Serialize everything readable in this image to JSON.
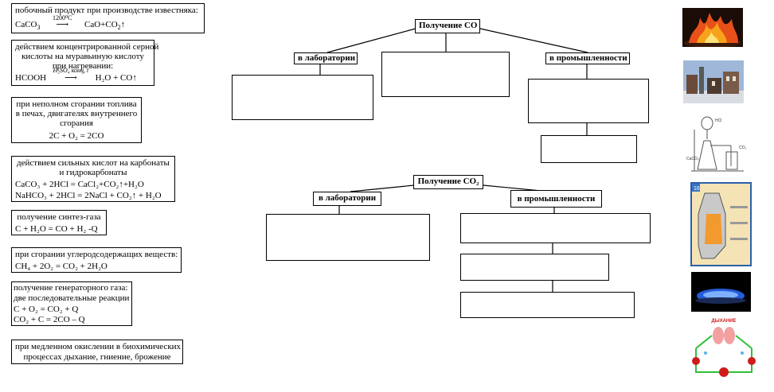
{
  "cards": [
    {
      "id": "c1",
      "title": "побочный продукт при производстве известняка:",
      "eq_left": "CaCO",
      "eq_sub": "3",
      "arrow_label": "1200⁰C",
      "eq_right": "CaO+CO",
      "eq_right_sub": "2",
      "eq_tail": "↑"
    },
    {
      "id": "c2",
      "title_lines": [
        "действием концентрированной серной",
        "кислоты на муравьиную кислоту",
        "при нагревании:"
      ],
      "eq_left": "HCOOH",
      "arrow_label": "H₂SO₄ конц, t",
      "eq_right": "H₂O + CO↑"
    },
    {
      "id": "c3",
      "title_lines": [
        "при неполном сгорании топлива",
        "в печах, двигателях внутреннего",
        "сгорания"
      ],
      "equation": "2C + O₂ = 2CO"
    },
    {
      "id": "c4",
      "title_lines": [
        "действием сильных кислот на карбонаты",
        "и гидрокарбонаты"
      ],
      "equations": [
        "CaCO₃ + 2HCl = CaCl₂+CO₂↑+H₂O",
        "NaHCO₃ + 2HCl = 2NaCl + CO₂↑ + H₂O"
      ]
    },
    {
      "id": "c5",
      "title": "получение синтез-газа",
      "equation": "C + H₂O = CO + H₂ -Q"
    },
    {
      "id": "c6",
      "title": "при сгорании углеродсодержащих веществ:",
      "equation": "CH₄ + 2O₂ = CO₂ + 2H₂O"
    },
    {
      "id": "c7",
      "title_lines": [
        "получение генераторного газа:",
        "две последовательные реакции"
      ],
      "equations": [
        "C + O₂ = CO₂ + Q",
        "CO₂ + C = 2CO – Q"
      ]
    },
    {
      "id": "c8",
      "title_lines": [
        "при медленном окислении в биохимических",
        "процессах дыхание, гниение, брожение"
      ]
    }
  ],
  "tree_co": {
    "root": "Получение CO",
    "left": "в лаборатории",
    "right": "в промышленности"
  },
  "tree_co2": {
    "root": "Получение CO₂",
    "left": "в лаборатории",
    "right": "в промышленности"
  },
  "images": [
    {
      "name": "fire-image"
    },
    {
      "name": "factory-image"
    },
    {
      "name": "lab-apparatus-image",
      "labels": [
        "HCl",
        "CaCO₃",
        "CO₂"
      ]
    },
    {
      "name": "blast-furnace-image",
      "badge": "16"
    },
    {
      "name": "gas-flame-image"
    },
    {
      "name": "respiration-image",
      "title": "ДЫХАНИЕ"
    }
  ],
  "colors": {
    "flame": "#e8501a",
    "sky": "#9fb8d9",
    "flame_blue": "#2a6cff",
    "resp_red": "#d11a1a",
    "resp_green": "#2fbf3a"
  }
}
